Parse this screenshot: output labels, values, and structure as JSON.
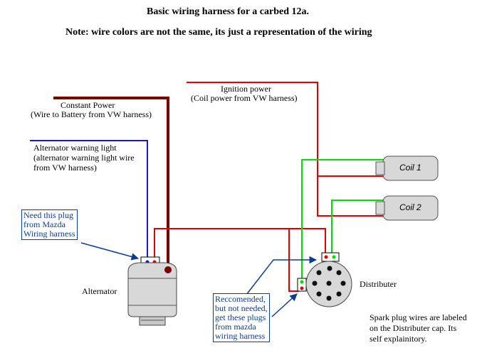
{
  "title": "Basic wiring harness for a carbed 12a.",
  "note": "Note: wire colors are not the same, its just a representation of the wiring",
  "labels": {
    "constant_power_1": "Constant Power",
    "constant_power_2": "(Wire to Battery from VW harness)",
    "ignition_1": "Ignition power",
    "ignition_2": "(Coil power from VW harness)",
    "alt_warn_1": "Alternator warning light",
    "alt_warn_2": "(alternator warning light wire",
    "alt_warn_3": "from VW harness)",
    "alternator": "Alternator",
    "distributer": "Distributer",
    "coil1": "Coil 1",
    "coil2": "Coil 2",
    "spark_1": "Spark plug wires are labeled",
    "spark_2": "on the Distributer cap. Its",
    "spark_3": "self explainitory."
  },
  "callouts": {
    "mazda_plug": [
      "Need this plug",
      "from Mazda",
      "Wiring harness"
    ],
    "recommended": [
      "Reccomended,",
      "but not needed,",
      "get these plugs",
      "from mazda",
      "wiring harness"
    ]
  },
  "colors": {
    "constant_wire": "#7a0000",
    "red_wire": "#e00000",
    "blue_wire": "#1a1acc",
    "green_wire": "#00dd00",
    "callout": "#0b3d91",
    "component_fill": "#d8d8d8"
  }
}
